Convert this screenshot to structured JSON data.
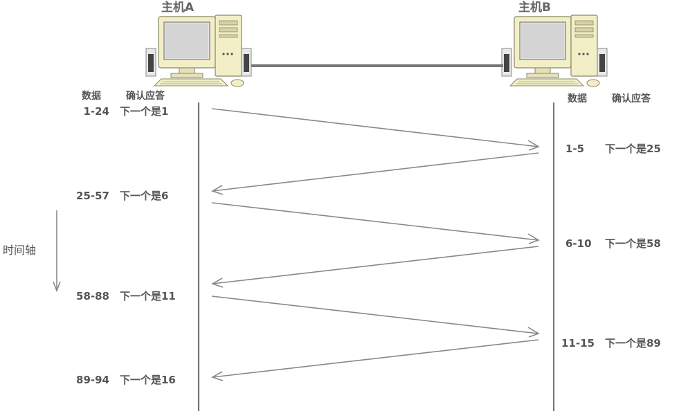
{
  "hostA": {
    "name": "主机A",
    "headers": {
      "data": "数据",
      "ack": "确认应答"
    },
    "rows": [
      {
        "data": "1-24",
        "ack": "下一个是1"
      },
      {
        "data": "25-57",
        "ack": "下一个是6"
      },
      {
        "data": "58-88",
        "ack": "下一个是11"
      },
      {
        "data": "89-94",
        "ack": "下一个是16"
      }
    ]
  },
  "hostB": {
    "name": "主机B",
    "headers": {
      "data": "数据",
      "ack": "确认应答"
    },
    "rows": [
      {
        "data": "1-5",
        "ack": "下一个是25"
      },
      {
        "data": "6-10",
        "ack": "下一个是58"
      },
      {
        "data": "11-15",
        "ack": "下一个是89"
      }
    ]
  },
  "timeline": {
    "label": "时间轴"
  },
  "colors": {
    "line": "#777777",
    "text": "#555555",
    "computer_body": "#f2efc8"
  }
}
